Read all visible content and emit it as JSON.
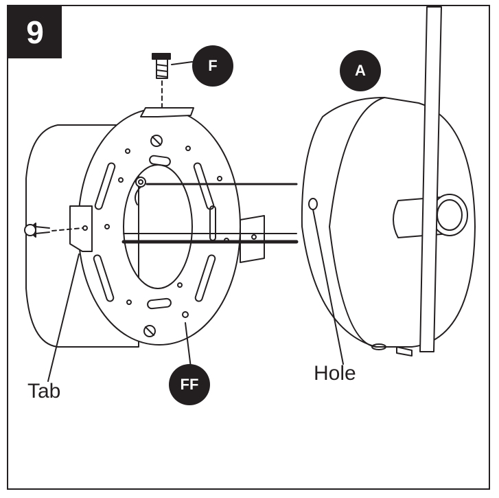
{
  "step": {
    "number": "9"
  },
  "callouts": {
    "screw": "F",
    "fixture": "A",
    "bracket": "FF"
  },
  "labels": {
    "tab": "Tab",
    "hole": "Hole"
  },
  "colors": {
    "ink": "#231f20",
    "paper": "#ffffff"
  }
}
